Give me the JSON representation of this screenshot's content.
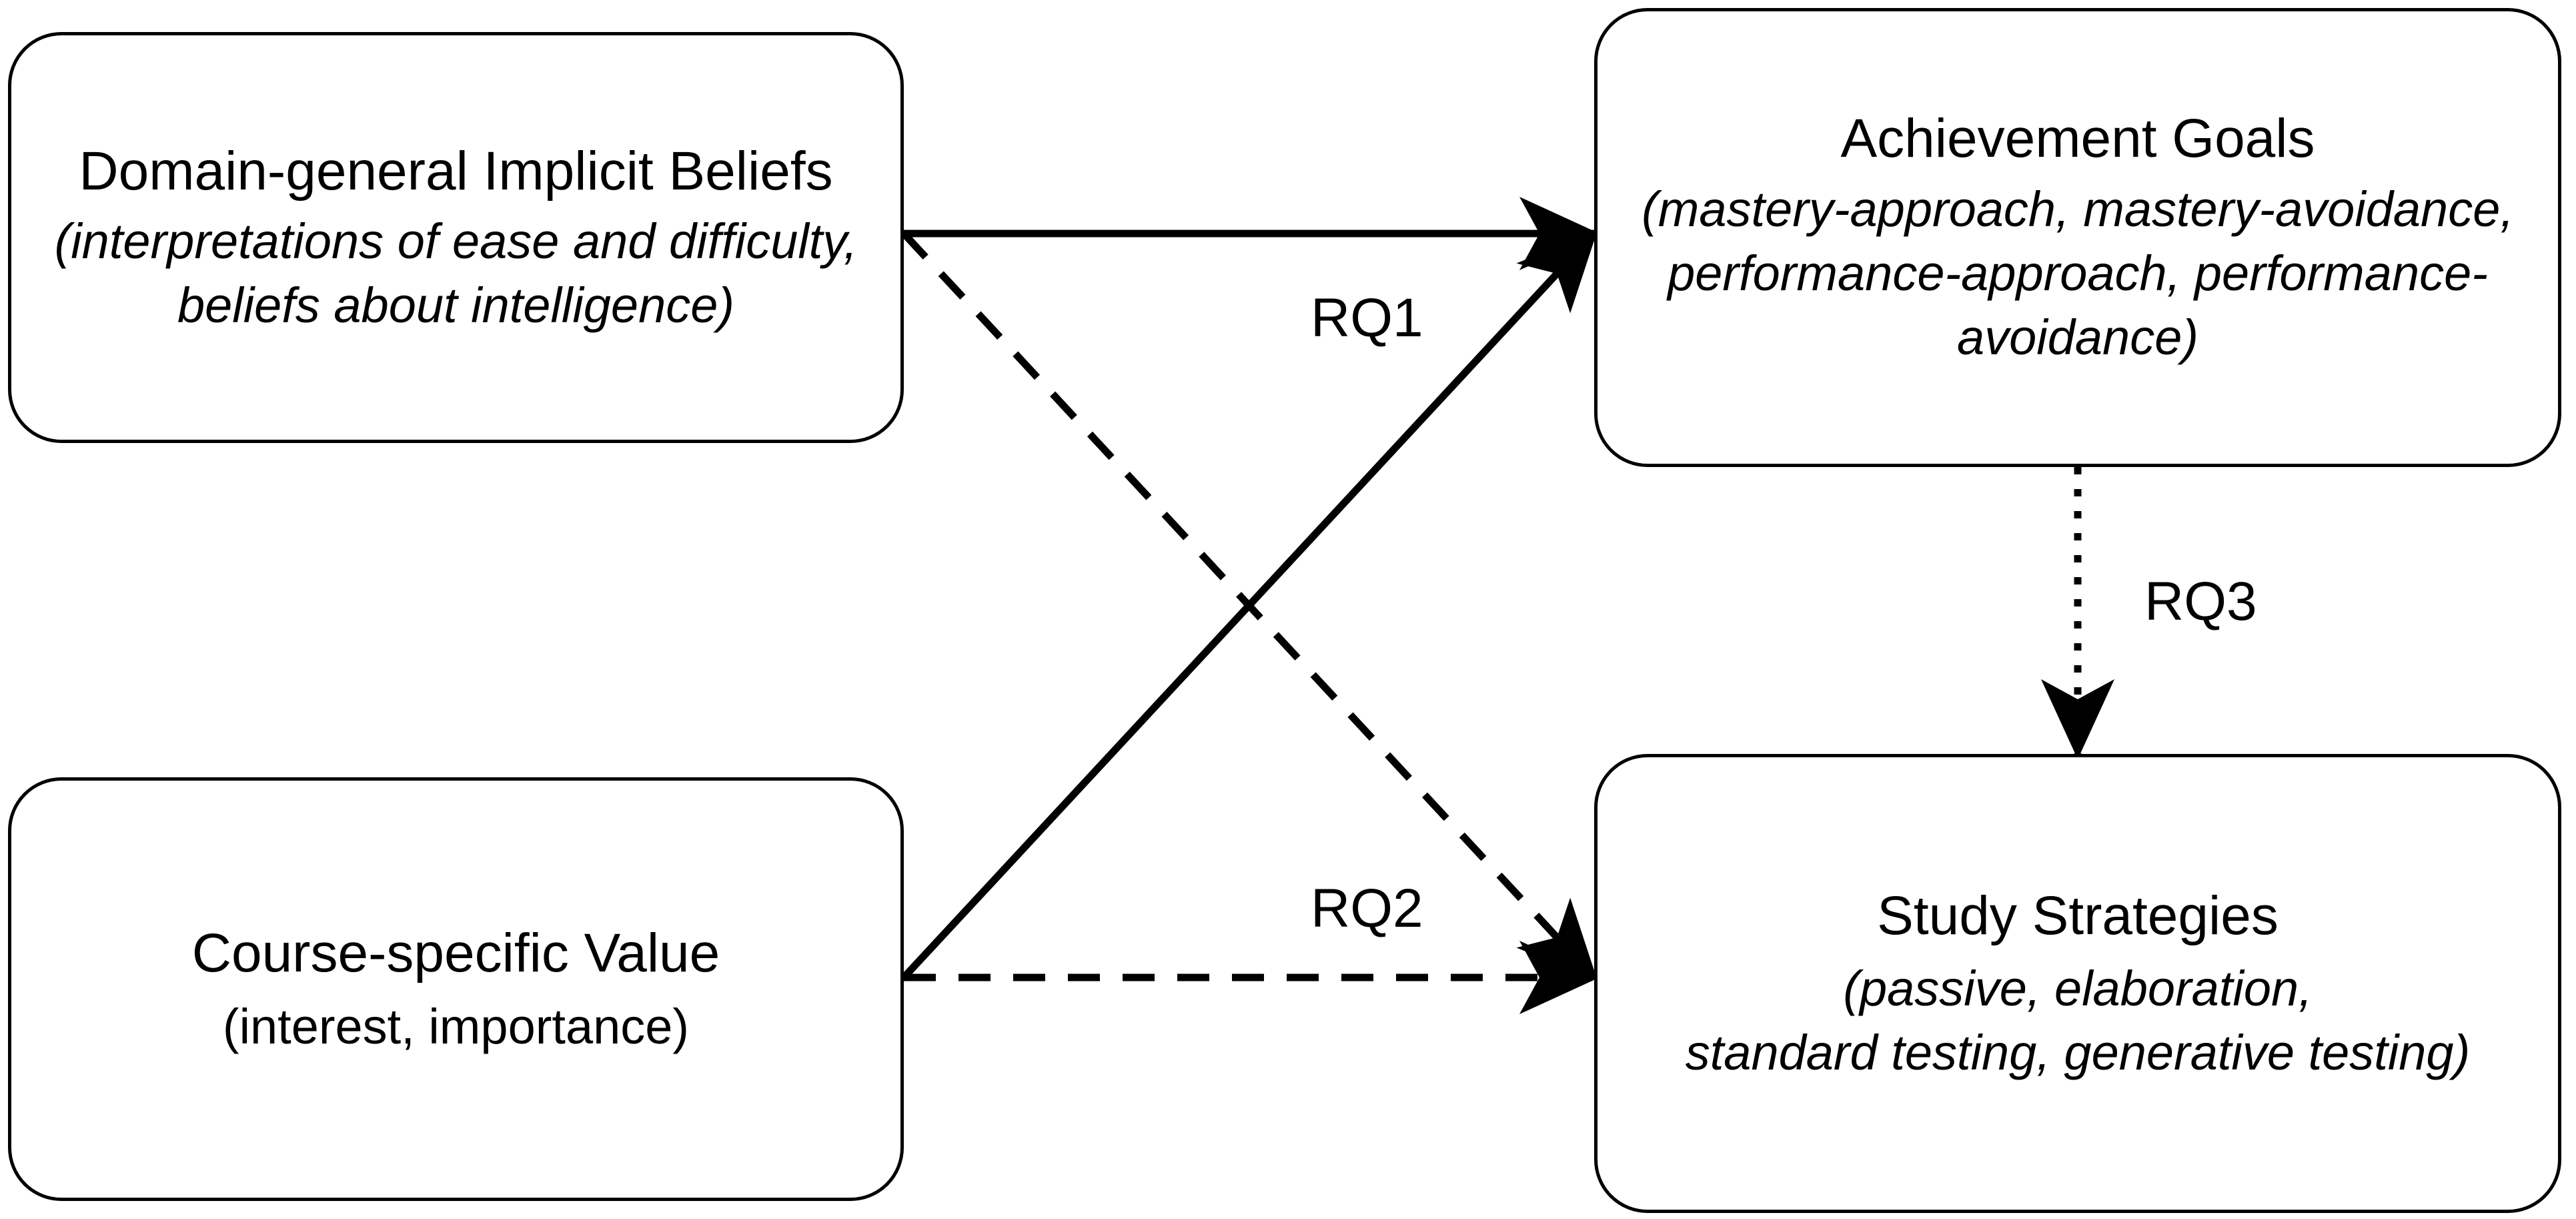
{
  "nodes": {
    "beliefs": {
      "title": "Domain-general Implicit Beliefs",
      "detail_lines": [
        "(interpretations of ease and difficulty,",
        "beliefs about intelligence)"
      ]
    },
    "goals": {
      "title": "Achievement Goals",
      "detail_lines": [
        "(mastery-approach, mastery-avoidance,",
        "performance-approach, performance-",
        "avoidance)"
      ]
    },
    "value": {
      "title": "Course-specific Value",
      "detail_lines": [
        "(interest, importance)"
      ]
    },
    "strategies": {
      "title": "Study Strategies",
      "detail_lines": [
        "(passive, elaboration,",
        "standard testing, generative testing)"
      ]
    }
  },
  "edges": [
    {
      "from": "beliefs",
      "to": "goals",
      "style": "solid",
      "research_question": "RQ1"
    },
    {
      "from": "value",
      "to": "goals",
      "style": "solid",
      "research_question": "RQ1"
    },
    {
      "from": "beliefs",
      "to": "strategies",
      "style": "dashed",
      "research_question": "RQ2"
    },
    {
      "from": "value",
      "to": "strategies",
      "style": "dashed",
      "research_question": "RQ2"
    },
    {
      "from": "goals",
      "to": "strategies",
      "style": "dotted",
      "research_question": "RQ3"
    }
  ],
  "labels": {
    "rq1": "RQ1",
    "rq2": "RQ2",
    "rq3": "RQ3"
  },
  "colors": {
    "stroke": "#000000",
    "background": "#ffffff"
  }
}
